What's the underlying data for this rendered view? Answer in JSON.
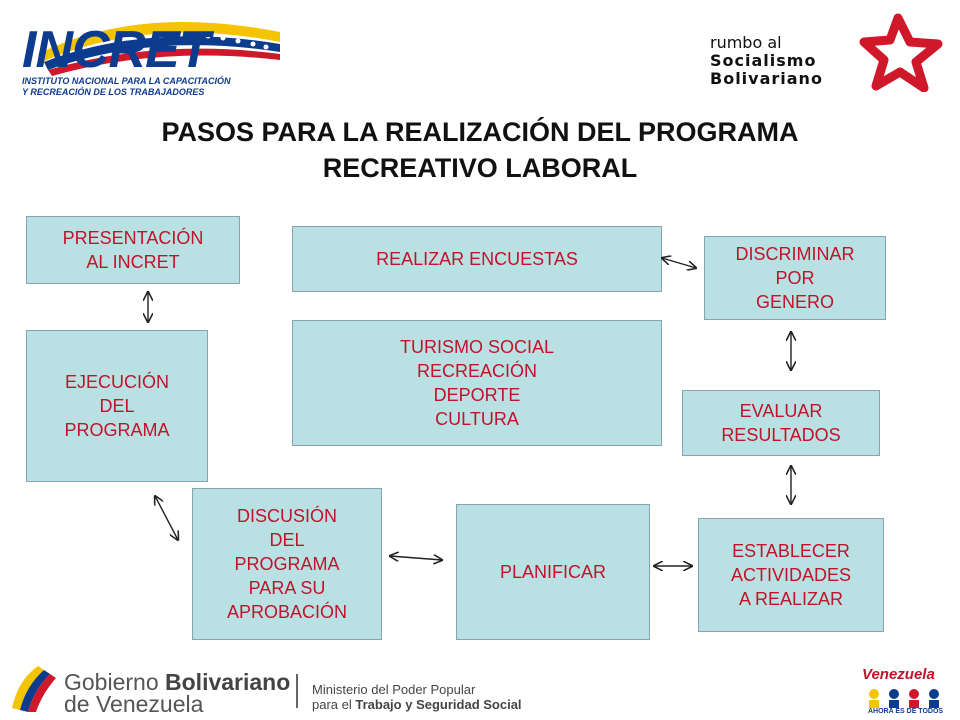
{
  "header": {
    "logo_left_word": "INCRET",
    "logo_left_sub_line1": "INSTITUTO NACIONAL PARA LA CAPACITACIÓN",
    "logo_left_sub_line2": "Y RECREACIÓN DE LOS TRABAJADORES",
    "logo_right_line1": "rumbo al",
    "logo_right_line2": "Socialismo",
    "logo_right_line3": "Bolivariano"
  },
  "title": {
    "line1": "PASOS PARA LA REALIZACIÓN DEL PROGRAMA",
    "line2": "RECREATIVO LABORAL"
  },
  "diagram": {
    "box_presentacion": [
      "PRESENTACIÓN",
      "AL INCRET"
    ],
    "box_ejecucion": [
      "EJECUCIÓN",
      "DEL",
      "PROGRAMA"
    ],
    "box_encuestas": [
      "REALIZAR ENCUESTAS"
    ],
    "box_turismo": [
      "TURISMO SOCIAL",
      "RECREACIÓN",
      "DEPORTE",
      "CULTURA"
    ],
    "box_discriminar": [
      "DISCRIMINAR",
      "POR",
      "GENERO"
    ],
    "box_evaluar": [
      "EVALUAR",
      "RESULTADOS"
    ],
    "box_discusion": [
      "DISCUSIÓN",
      "DEL",
      "PROGRAMA",
      "PARA SU",
      "APROBACIÓN"
    ],
    "box_planificar": [
      "PLANIFICAR"
    ],
    "box_establecer": [
      "ESTABLECER",
      "ACTIVIDADES",
      "A REALIZAR"
    ]
  },
  "footer": {
    "gobierno_part1": "Gobierno ",
    "gobierno_part2": "Bolivariano",
    "gobierno_line2": "de Venezuela",
    "ministerio_line1": "Ministerio del Poder Popular",
    "ministerio_line2_part1": "para el ",
    "ministerio_line2_part2": "Trabajo y Seguridad Social",
    "venezuela_word": "Venezuela",
    "venezuela_slogan": "AHORA ES DE TODOS"
  },
  "colors": {
    "box_fill": "#b9e0e3",
    "box_text": "#c0142a",
    "title_text": "#111111",
    "brand_blue": "#0d3b8e",
    "brand_red": "#d0182b",
    "brand_yellow": "#f5c400"
  }
}
